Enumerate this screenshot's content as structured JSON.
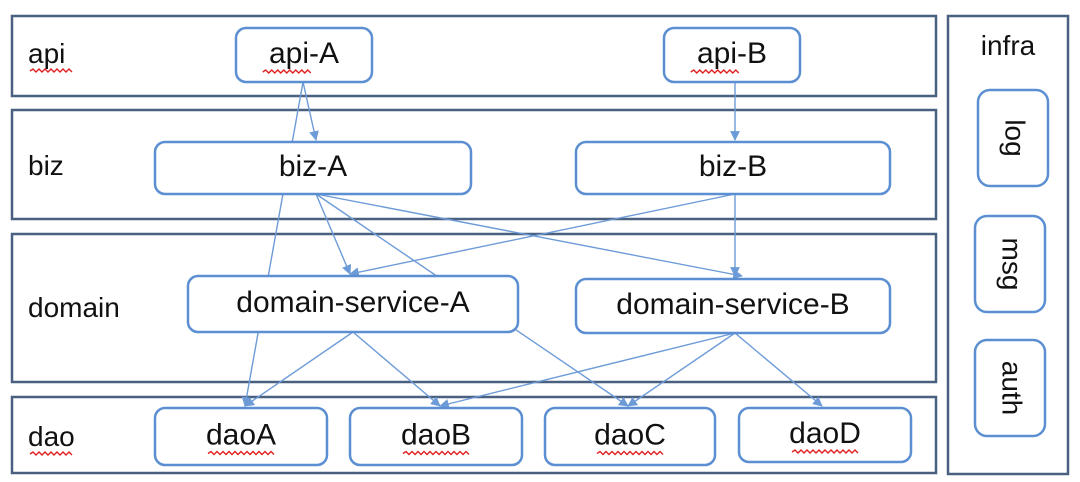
{
  "colors": {
    "layer_border": "#4a6080",
    "node_border": "#5b8fd1",
    "arrow": "#6d9bd7",
    "text": "#111111",
    "spellcheck_underline": "#e02020"
  },
  "layers": [
    {
      "id": "api",
      "label": "api"
    },
    {
      "id": "biz",
      "label": "biz"
    },
    {
      "id": "domain",
      "label": "domain"
    },
    {
      "id": "dao",
      "label": "dao"
    }
  ],
  "nodes": [
    {
      "id": "api-A",
      "label": "api-A",
      "layer": "api"
    },
    {
      "id": "api-B",
      "label": "api-B",
      "layer": "api"
    },
    {
      "id": "biz-A",
      "label": "biz-A",
      "layer": "biz"
    },
    {
      "id": "biz-B",
      "label": "biz-B",
      "layer": "biz"
    },
    {
      "id": "domain-service-A",
      "label": "domain-service-A",
      "layer": "domain"
    },
    {
      "id": "domain-service-B",
      "label": "domain-service-B",
      "layer": "domain"
    },
    {
      "id": "daoA",
      "label": "daoA",
      "layer": "dao"
    },
    {
      "id": "daoB",
      "label": "daoB",
      "layer": "dao"
    },
    {
      "id": "daoC",
      "label": "daoC",
      "layer": "dao"
    },
    {
      "id": "daoD",
      "label": "daoD",
      "layer": "dao"
    }
  ],
  "infra": {
    "title": "infra",
    "items": [
      {
        "id": "log",
        "label": "log"
      },
      {
        "id": "msg",
        "label": "msg"
      },
      {
        "id": "auth",
        "label": "auth"
      }
    ]
  },
  "edges": [
    {
      "from": "api-A",
      "to": "biz-A"
    },
    {
      "from": "api-A",
      "to": "daoA"
    },
    {
      "from": "api-B",
      "to": "biz-B"
    },
    {
      "from": "biz-A",
      "to": "domain-service-A"
    },
    {
      "from": "biz-A",
      "to": "domain-service-B"
    },
    {
      "from": "biz-A",
      "to": "daoC"
    },
    {
      "from": "biz-B",
      "to": "domain-service-A"
    },
    {
      "from": "biz-B",
      "to": "domain-service-B"
    },
    {
      "from": "domain-service-A",
      "to": "daoA"
    },
    {
      "from": "domain-service-A",
      "to": "daoB"
    },
    {
      "from": "domain-service-B",
      "to": "daoB"
    },
    {
      "from": "domain-service-B",
      "to": "daoC"
    },
    {
      "from": "domain-service-B",
      "to": "daoD"
    }
  ]
}
